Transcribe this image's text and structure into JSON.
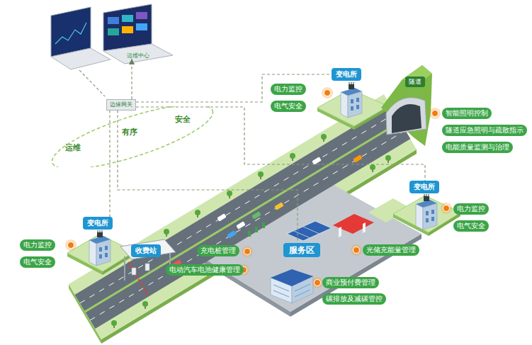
{
  "diagram": {
    "nodes": [
      {
        "text": [
          "运维中心"
        ]
      },
      {
        "text": [
          "边缘网关"
        ]
      },
      {
        "text": [
          "运维",
          "有序",
          "安全"
        ]
      },
      {
        "text": [
          "变电所"
        ]
      },
      {
        "text": [
          "电力监控"
        ]
      },
      {
        "text": [
          "电气安全"
        ]
      },
      {
        "text": [
          "隧道"
        ]
      },
      {
        "text": [
          "智能照明控制"
        ]
      },
      {
        "text": [
          "隧道应急照明与疏散指示"
        ]
      },
      {
        "text": [
          "电能质量监测与治理"
        ]
      },
      {
        "text": [
          "变电所"
        ]
      },
      {
        "text": [
          "电力监控"
        ]
      },
      {
        "text": [
          "电气安全"
        ]
      },
      {
        "text": [
          "变电所"
        ]
      },
      {
        "text": [
          "电力监控"
        ]
      },
      {
        "text": [
          "电气安全"
        ]
      },
      {
        "text": [
          "收费站"
        ]
      },
      {
        "text": [
          "充电桩管理"
        ]
      },
      {
        "text": [
          "服务区"
        ]
      },
      {
        "text": [
          "光储充能量管理"
        ]
      },
      {
        "text": [
          "电动汽车电池健康管理"
        ]
      },
      {
        "text": [
          "商业预付费管理"
        ]
      },
      {
        "text": [
          "碳排放及减碳管控"
        ]
      }
    ],
    "edges": [
      {
        "from": 1,
        "to": 0,
        "arrow": "to"
      },
      {
        "from": 1,
        "to": 3,
        "arrow": "none"
      },
      {
        "from": 1,
        "to": 10,
        "arrow": "none"
      },
      {
        "from": 1,
        "to": 13,
        "arrow": "none"
      },
      {
        "from": 1,
        "to": 18,
        "arrow": "none"
      }
    ]
  }
}
